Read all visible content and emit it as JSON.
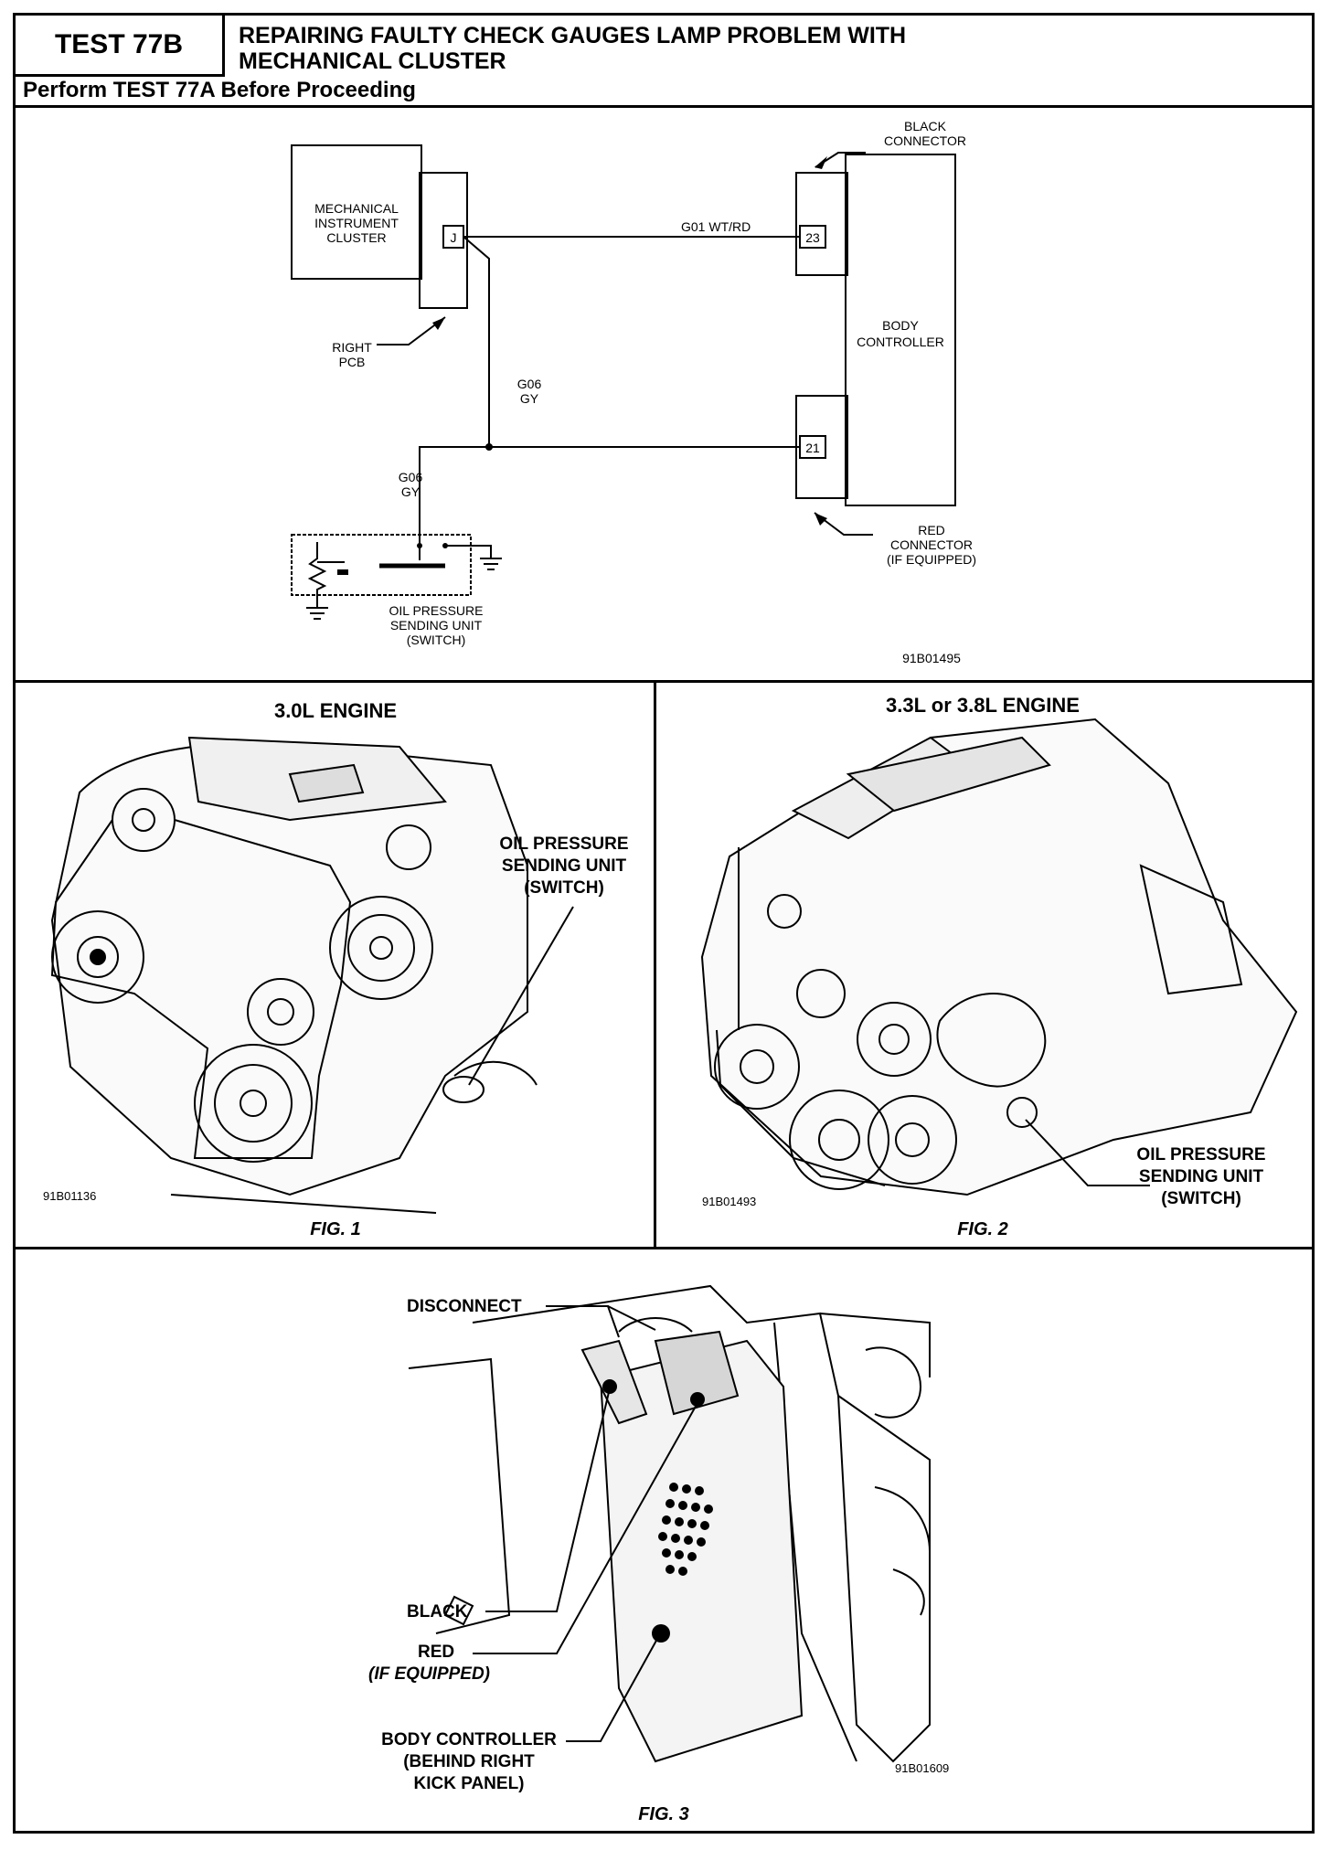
{
  "header": {
    "test_id": "TEST 77B",
    "title_line1": "REPAIRING FAULTY CHECK GAUGES LAMP PROBLEM WITH",
    "title_line2": "MECHANICAL CLUSTER",
    "subtitle": "Perform TEST 77A Before Proceeding"
  },
  "schematic": {
    "cluster_line1": "MECHANICAL",
    "cluster_line2": "INSTRUMENT",
    "cluster_line3": "CLUSTER",
    "pin_j": "J",
    "right_pcb_line1": "RIGHT",
    "right_pcb_line2": "PCB",
    "wire_top": "G01  WT/RD",
    "wire_mid_line1": "G06",
    "wire_mid_line2": "GY",
    "wire_low_line1": "G06",
    "wire_low_line2": "GY",
    "black_conn_line1": "BLACK",
    "black_conn_line2": "CONNECTOR",
    "pin_23": "23",
    "pin_21": "21",
    "body_line1": "BODY",
    "body_line2": "CONTROLLER",
    "red_conn_line1": "RED",
    "red_conn_line2": "CONNECTOR",
    "red_conn_line3": "(IF EQUIPPED)",
    "sender_line1": "OIL PRESSURE",
    "sender_line2": "SENDING UNIT",
    "sender_line3": "(SWITCH)",
    "ref": "91B01495"
  },
  "fig1": {
    "heading": "3.0L ENGINE",
    "callout_line1": "OIL PRESSURE",
    "callout_line2": "SENDING UNIT",
    "callout_line3": "(SWITCH)",
    "ref": "91B01136",
    "caption": "FIG. 1"
  },
  "fig2": {
    "heading": "3.3L or 3.8L ENGINE",
    "callout_line1": "OIL PRESSURE",
    "callout_line2": "SENDING UNIT",
    "callout_line3": "(SWITCH)",
    "ref": "91B01493",
    "caption": "FIG. 2"
  },
  "fig3": {
    "disconnect": "DISCONNECT",
    "black": "BLACK",
    "red": "RED",
    "red_note": "(IF EQUIPPED)",
    "body_line1": "BODY CONTROLLER",
    "body_line2": "(BEHIND RIGHT",
    "body_line3": "KICK PANEL)",
    "ref": "91B01609",
    "caption": "FIG. 3"
  }
}
